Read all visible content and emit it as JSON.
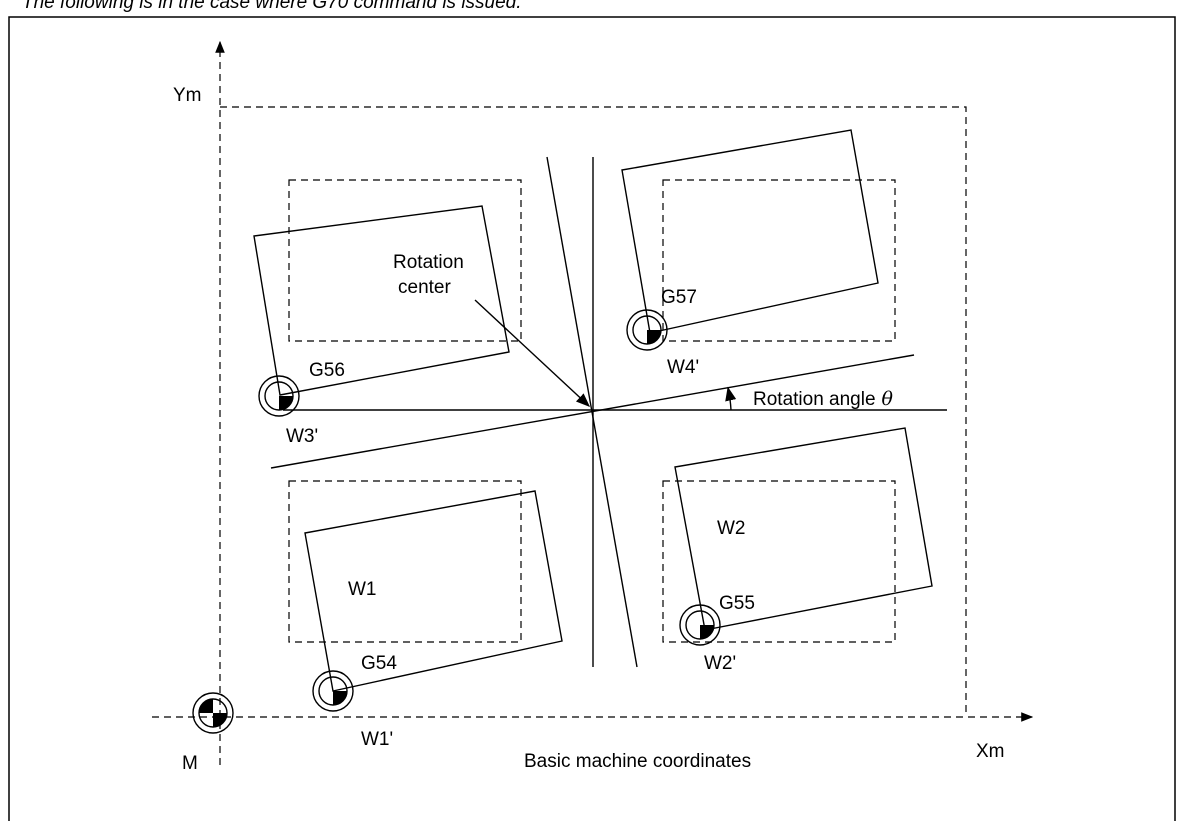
{
  "caption": "The following is in the case where G70 command is issued.",
  "labels": {
    "ym": "Ym",
    "xm": "Xm",
    "m": "M",
    "basic": "Basic machine coordinates",
    "rotation_center_l1": "Rotation",
    "rotation_center_l2": "center",
    "rotation_angle": "Rotation angle",
    "theta": "θ",
    "g54": "G54",
    "g55": "G55",
    "g56": "G56",
    "g57": "G57",
    "w1": "W1",
    "w2": "W2",
    "w1p": "W1'",
    "w2p": "W2'",
    "w3p": "W3'",
    "w4p": "W4'"
  }
}
